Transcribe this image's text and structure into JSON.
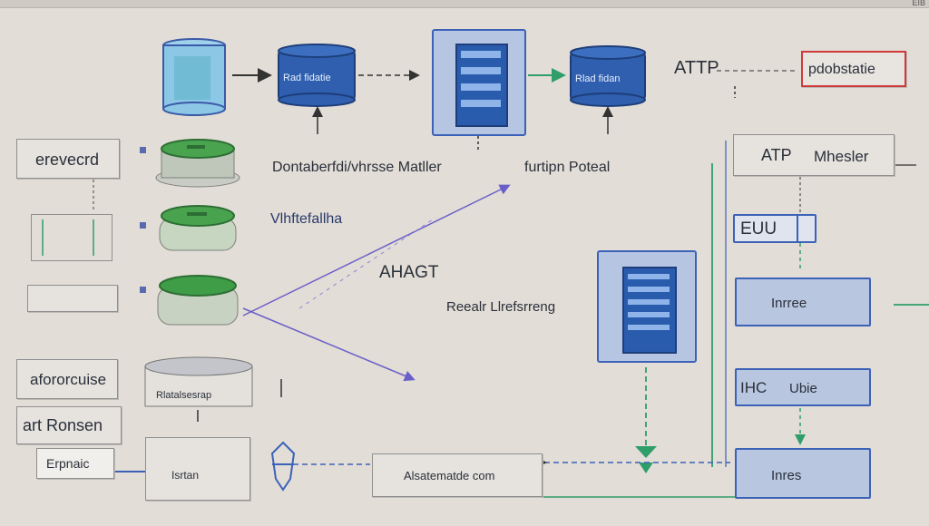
{
  "window": {
    "corner_label": "EIB"
  },
  "nodes": {
    "top_service_1": "Rad fidatie",
    "top_service_2": "Rlad fidan",
    "protocol_label": "ATTP",
    "protocol_box": "pdobstatie",
    "side_left_1": "erevecrd",
    "side_left_2": "afororcuise",
    "side_left_3": "art Ronsen",
    "side_left_4": "Erpnaic",
    "cyl_label": "Rlatalsesrap",
    "mid_row_label": "Dontaberfdi/vhrsse Matller",
    "mid_right_label": "furtipn Poteal",
    "vlabel": "Vlhftefallha",
    "center_label": "AHAGT",
    "repl_label": "Reealr Llrefsrreng",
    "attp_box_text": "ATP",
    "attp_box_right": "Mhesler",
    "eu_box": "EUU",
    "right_box_1": "Inrree",
    "right_box_2_left": "IHC",
    "right_box_2_right": "Ubie",
    "right_box_3": "Inres",
    "bottom_left_box": "Isrtan",
    "bottom_center_box": "Alsatematde com"
  },
  "colors": {
    "accent_blue": "#3c62b8",
    "wire_green": "#2f9e6a",
    "wire_purple": "#6a5fc8",
    "red_border": "#d13a3a"
  }
}
